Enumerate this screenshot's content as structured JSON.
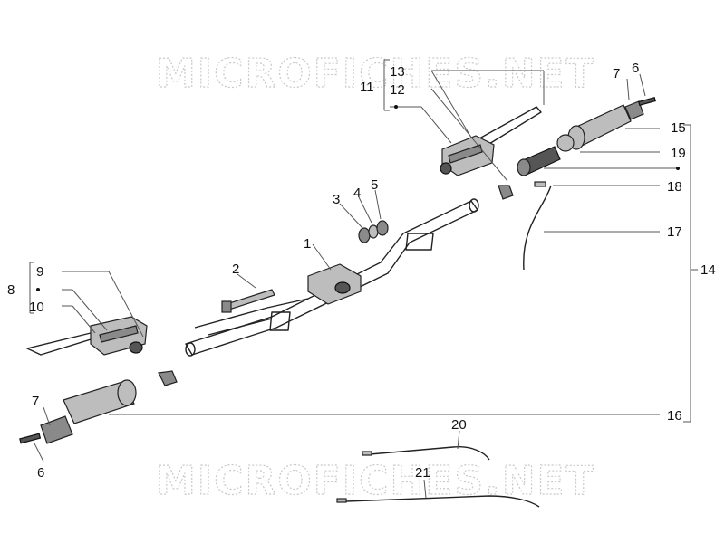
{
  "watermark": "MICROFICHES.NET",
  "callouts": [
    {
      "id": "c1",
      "text": "1"
    },
    {
      "id": "c2",
      "text": "2"
    },
    {
      "id": "c3",
      "text": "3"
    },
    {
      "id": "c4",
      "text": "4"
    },
    {
      "id": "c5",
      "text": "5"
    },
    {
      "id": "c6a",
      "text": "6"
    },
    {
      "id": "c6b",
      "text": "6"
    },
    {
      "id": "c7a",
      "text": "7"
    },
    {
      "id": "c7b",
      "text": "7"
    },
    {
      "id": "c8",
      "text": "8"
    },
    {
      "id": "c9",
      "text": "9"
    },
    {
      "id": "c10",
      "text": "10"
    },
    {
      "id": "c11",
      "text": "11"
    },
    {
      "id": "c12",
      "text": "12"
    },
    {
      "id": "c13",
      "text": "13"
    },
    {
      "id": "c14",
      "text": "14"
    },
    {
      "id": "c15",
      "text": "15"
    },
    {
      "id": "c16",
      "text": "16"
    },
    {
      "id": "c17",
      "text": "17"
    },
    {
      "id": "c18",
      "text": "18"
    },
    {
      "id": "c19",
      "text": "19"
    },
    {
      "id": "c20",
      "text": "20"
    },
    {
      "id": "c21",
      "text": "21"
    }
  ]
}
